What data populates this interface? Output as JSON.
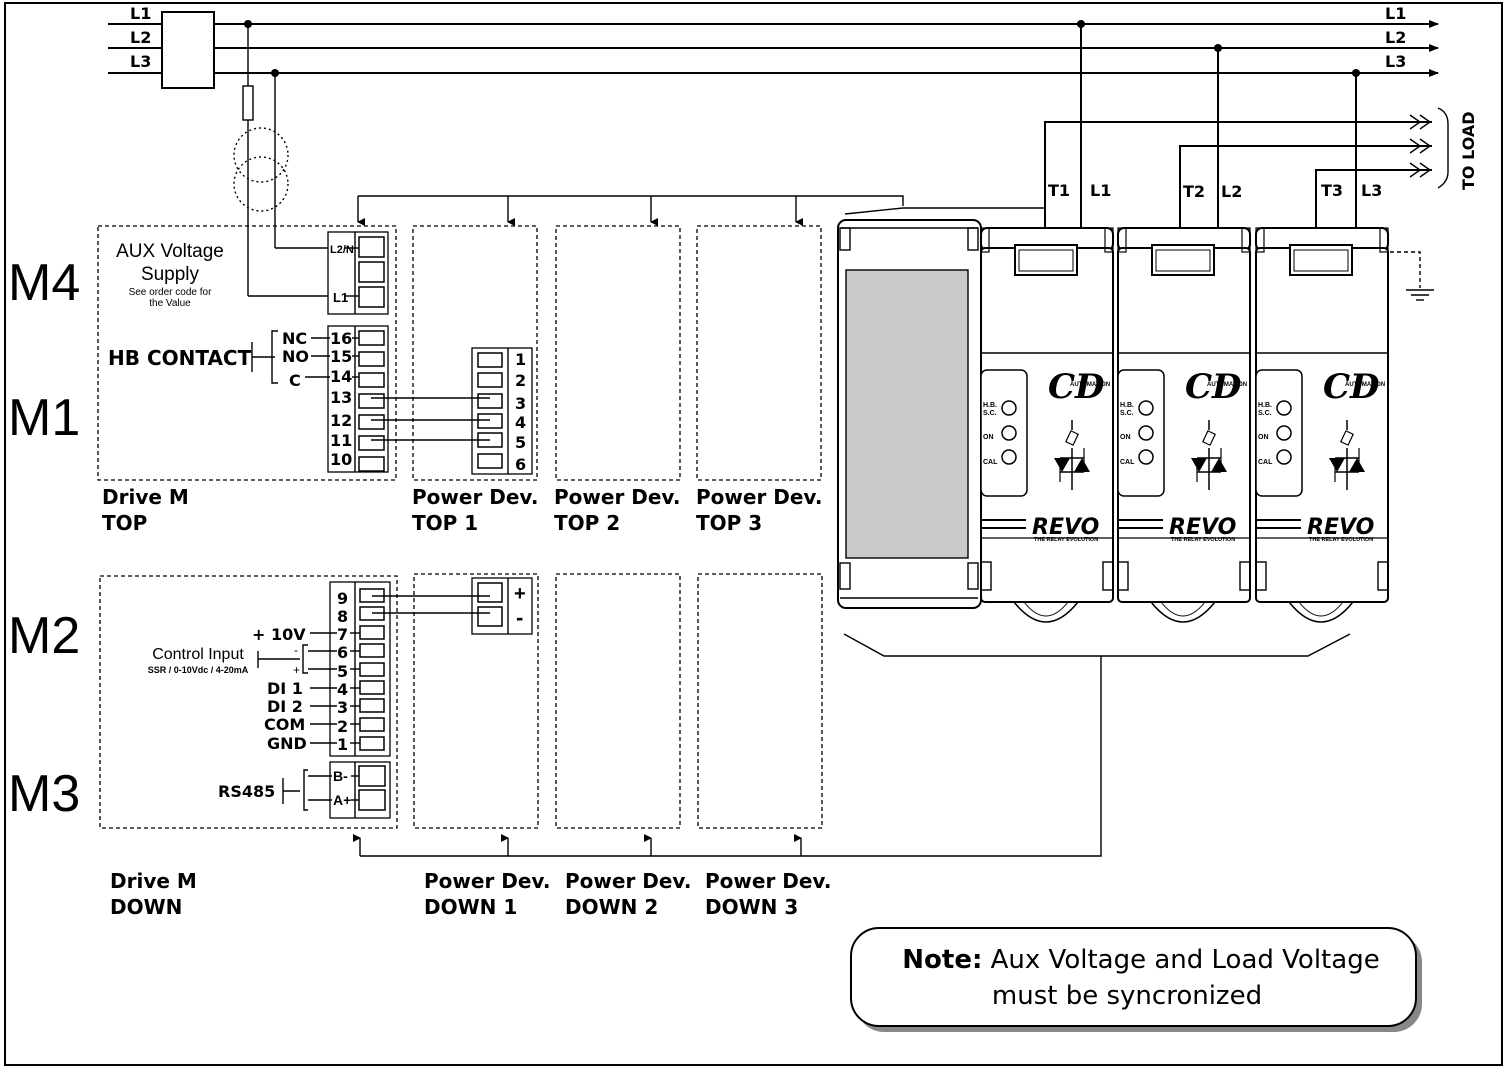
{
  "lines": {
    "in": [
      "L1",
      "L2",
      "L3"
    ],
    "out": [
      "L1",
      "L2",
      "L3"
    ]
  },
  "load": {
    "label": "TO LOAD"
  },
  "phase_labels": [
    {
      "t": "T1",
      "l": "L1"
    },
    {
      "t": "T2",
      "l": "L2"
    },
    {
      "t": "T3",
      "l": "L3"
    }
  ],
  "modules": {
    "m4": "M4",
    "m1": "M1",
    "m2": "M2",
    "m3": "M3"
  },
  "aux": {
    "line1": "AUX Voltage",
    "line2": "Supply",
    "note1": "See order code for",
    "note2": "the Value",
    "terminals": [
      "L2/N",
      "L1"
    ]
  },
  "hb": {
    "label": "HB CONTACT",
    "contacts": [
      "NC",
      "NO",
      "C"
    ],
    "terminals": [
      "16",
      "15",
      "14",
      "13",
      "12",
      "11",
      "10"
    ]
  },
  "top1_terminals": [
    "1",
    "2",
    "3",
    "4",
    "5",
    "6"
  ],
  "drive_top": {
    "line1": "Drive M",
    "line2": "TOP"
  },
  "power_top": [
    {
      "line1": "Power Dev.",
      "line2": "TOP 1"
    },
    {
      "line1": "Power Dev.",
      "line2": "TOP 2"
    },
    {
      "line1": "Power Dev.",
      "line2": "TOP 3"
    }
  ],
  "m2": {
    "terminals": [
      "9",
      "8",
      "7",
      "6",
      "5",
      "4",
      "3",
      "2",
      "1"
    ],
    "plus10": "+ 10V",
    "control_input": "Control Input",
    "control_sub": "SSR / 0-10Vdc / 4-20mA",
    "minus": "-",
    "plus": "+",
    "di1": "DI 1",
    "di2": "DI 2",
    "com": "COM",
    "gnd": "GND"
  },
  "down1_terminals": [
    "+",
    "-"
  ],
  "m3": {
    "label": "RS485",
    "terminals": [
      "B-",
      "A+"
    ]
  },
  "drive_down": {
    "line1": "Drive M",
    "line2": "DOWN"
  },
  "power_down": [
    {
      "line1": "Power Dev.",
      "line2": "DOWN 1"
    },
    {
      "line1": "Power Dev.",
      "line2": "DOWN 2"
    },
    {
      "line1": "Power Dev.",
      "line2": "DOWN 3"
    }
  ],
  "device": {
    "brand": "CD",
    "brand_sub": "AUTOMATION",
    "leds": [
      "H.B.",
      "S.C.",
      "ON",
      "CAL"
    ],
    "product": "REVO",
    "tagline": "THE RELAY EVOLUTION"
  },
  "note": {
    "bold": "Note:",
    "text1": "Aux Voltage and Load Voltage",
    "text2": "must be syncronized"
  }
}
